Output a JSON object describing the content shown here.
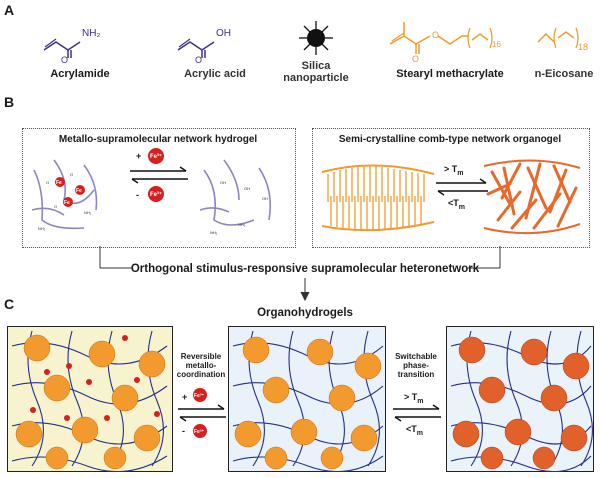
{
  "panels": {
    "a": "A",
    "b": "B",
    "c": "C"
  },
  "panel_a": {
    "compounds": [
      {
        "name": "Acrylamide",
        "formula_label": "NH₂",
        "color": "#3b2f8a"
      },
      {
        "name": "Acrylic acid",
        "formula_label": "OH",
        "color": "#3b2f8a"
      },
      {
        "name": "Silica\nnanoparticle",
        "color": "#111111"
      },
      {
        "name": "Stearyl methacrylate",
        "subscript": "16",
        "color": "#f29a2e"
      },
      {
        "name": "n-Eicosane",
        "subscript": "18",
        "color": "#f29a2e"
      }
    ]
  },
  "panel_b": {
    "left_title": "Metallo-supramolecular network hydrogel",
    "right_title": "Semi-crystalline comb-type network organogel",
    "fe_label": "Fe³⁺",
    "plus": "+",
    "minus": "-",
    "gt_tm": "> T",
    "lt_tm": "<T",
    "tm_sub": "m",
    "bottom_label": "Orthogonal stimulus-responsive supramolecular heteronetwork"
  },
  "panel_c": {
    "title": "Organohydrogels",
    "left_arrow_label": "Reversible metallo-coordination",
    "right_arrow_label": "Switchable phase-transition",
    "plus": "+",
    "minus": "-",
    "fe_label": "Fe³⁺",
    "gt_tm": "> T",
    "lt_tm": "<T",
    "tm_sub": "m"
  },
  "colors": {
    "purple": "#3b2f8a",
    "orange": "#f29a2e",
    "red": "#d61f1f",
    "panel_bg_left": "#f7f3cf",
    "panel_bg_mid": "#e9f2fb",
    "panel_bg_right": "#eaf2fa"
  }
}
